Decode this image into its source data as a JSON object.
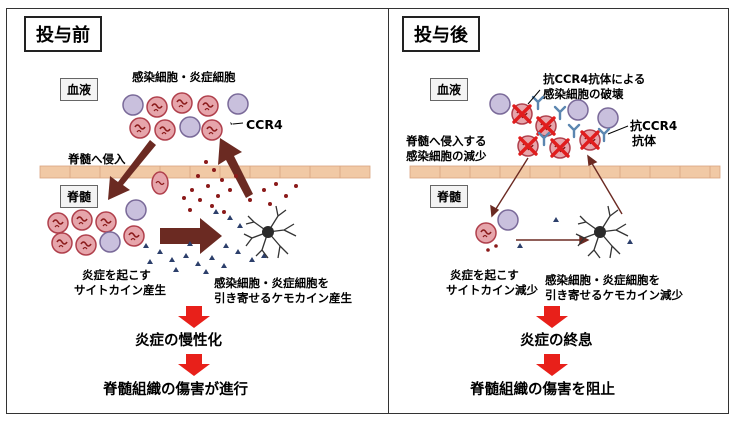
{
  "before": {
    "title": "投与前",
    "label_blood": "血液",
    "label_spine": "脊髄",
    "cells_label": "感染細胞・炎症細胞",
    "ccr4_label": "CCR4",
    "invasion_label": "脊髄へ侵入",
    "cytokine_line1": "炎症を起こす",
    "cytokine_line2": "サイトカイン産生",
    "chemokine_line1": "感染細胞・炎症細胞を",
    "chemokine_line2": "引き寄せるケモカイン産生",
    "result1": "炎症の慢性化",
    "result2": "脊髄組織の傷害が進行"
  },
  "after": {
    "title": "投与後",
    "label_blood": "血液",
    "label_spine": "脊髄",
    "destroy_line1": "抗CCR4抗体による",
    "destroy_line2": "感染細胞の破壊",
    "antibody_line1": "抗CCR4",
    "antibody_line2": "抗体",
    "reduced_line1": "脊髄へ侵入する",
    "reduced_line2": "感染細胞の減少",
    "cytokine_line1": "炎症を起こす",
    "cytokine_line2": "サイトカイン減少",
    "chemokine_line1": "感染細胞・炎症細胞を",
    "chemokine_line2": "引き寄せるケモカイン減少",
    "result1": "炎症の終息",
    "result2": "脊髄組織の傷害を阻止"
  },
  "colors": {
    "infected_cell": "#e6a5ab",
    "infected_outline": "#b0404c",
    "normal_cell": "#c9c0dd",
    "normal_outline": "#7a6a99",
    "brown_arrow": "#6b2a22",
    "red_arrow": "#e8201a",
    "vessel_band": "#f1c9a5",
    "cytokine_dot": "#8b1a1a",
    "chemokine": "#2c3f6b",
    "antibody": "#5b86b0",
    "cross": "#e11d1d"
  },
  "icons": [
    "neuron-icon",
    "infected-cell-icon",
    "normal-cell-icon",
    "antibody-icon",
    "cross-icon",
    "chemokine-icon",
    "cytokine-dot-icon"
  ]
}
